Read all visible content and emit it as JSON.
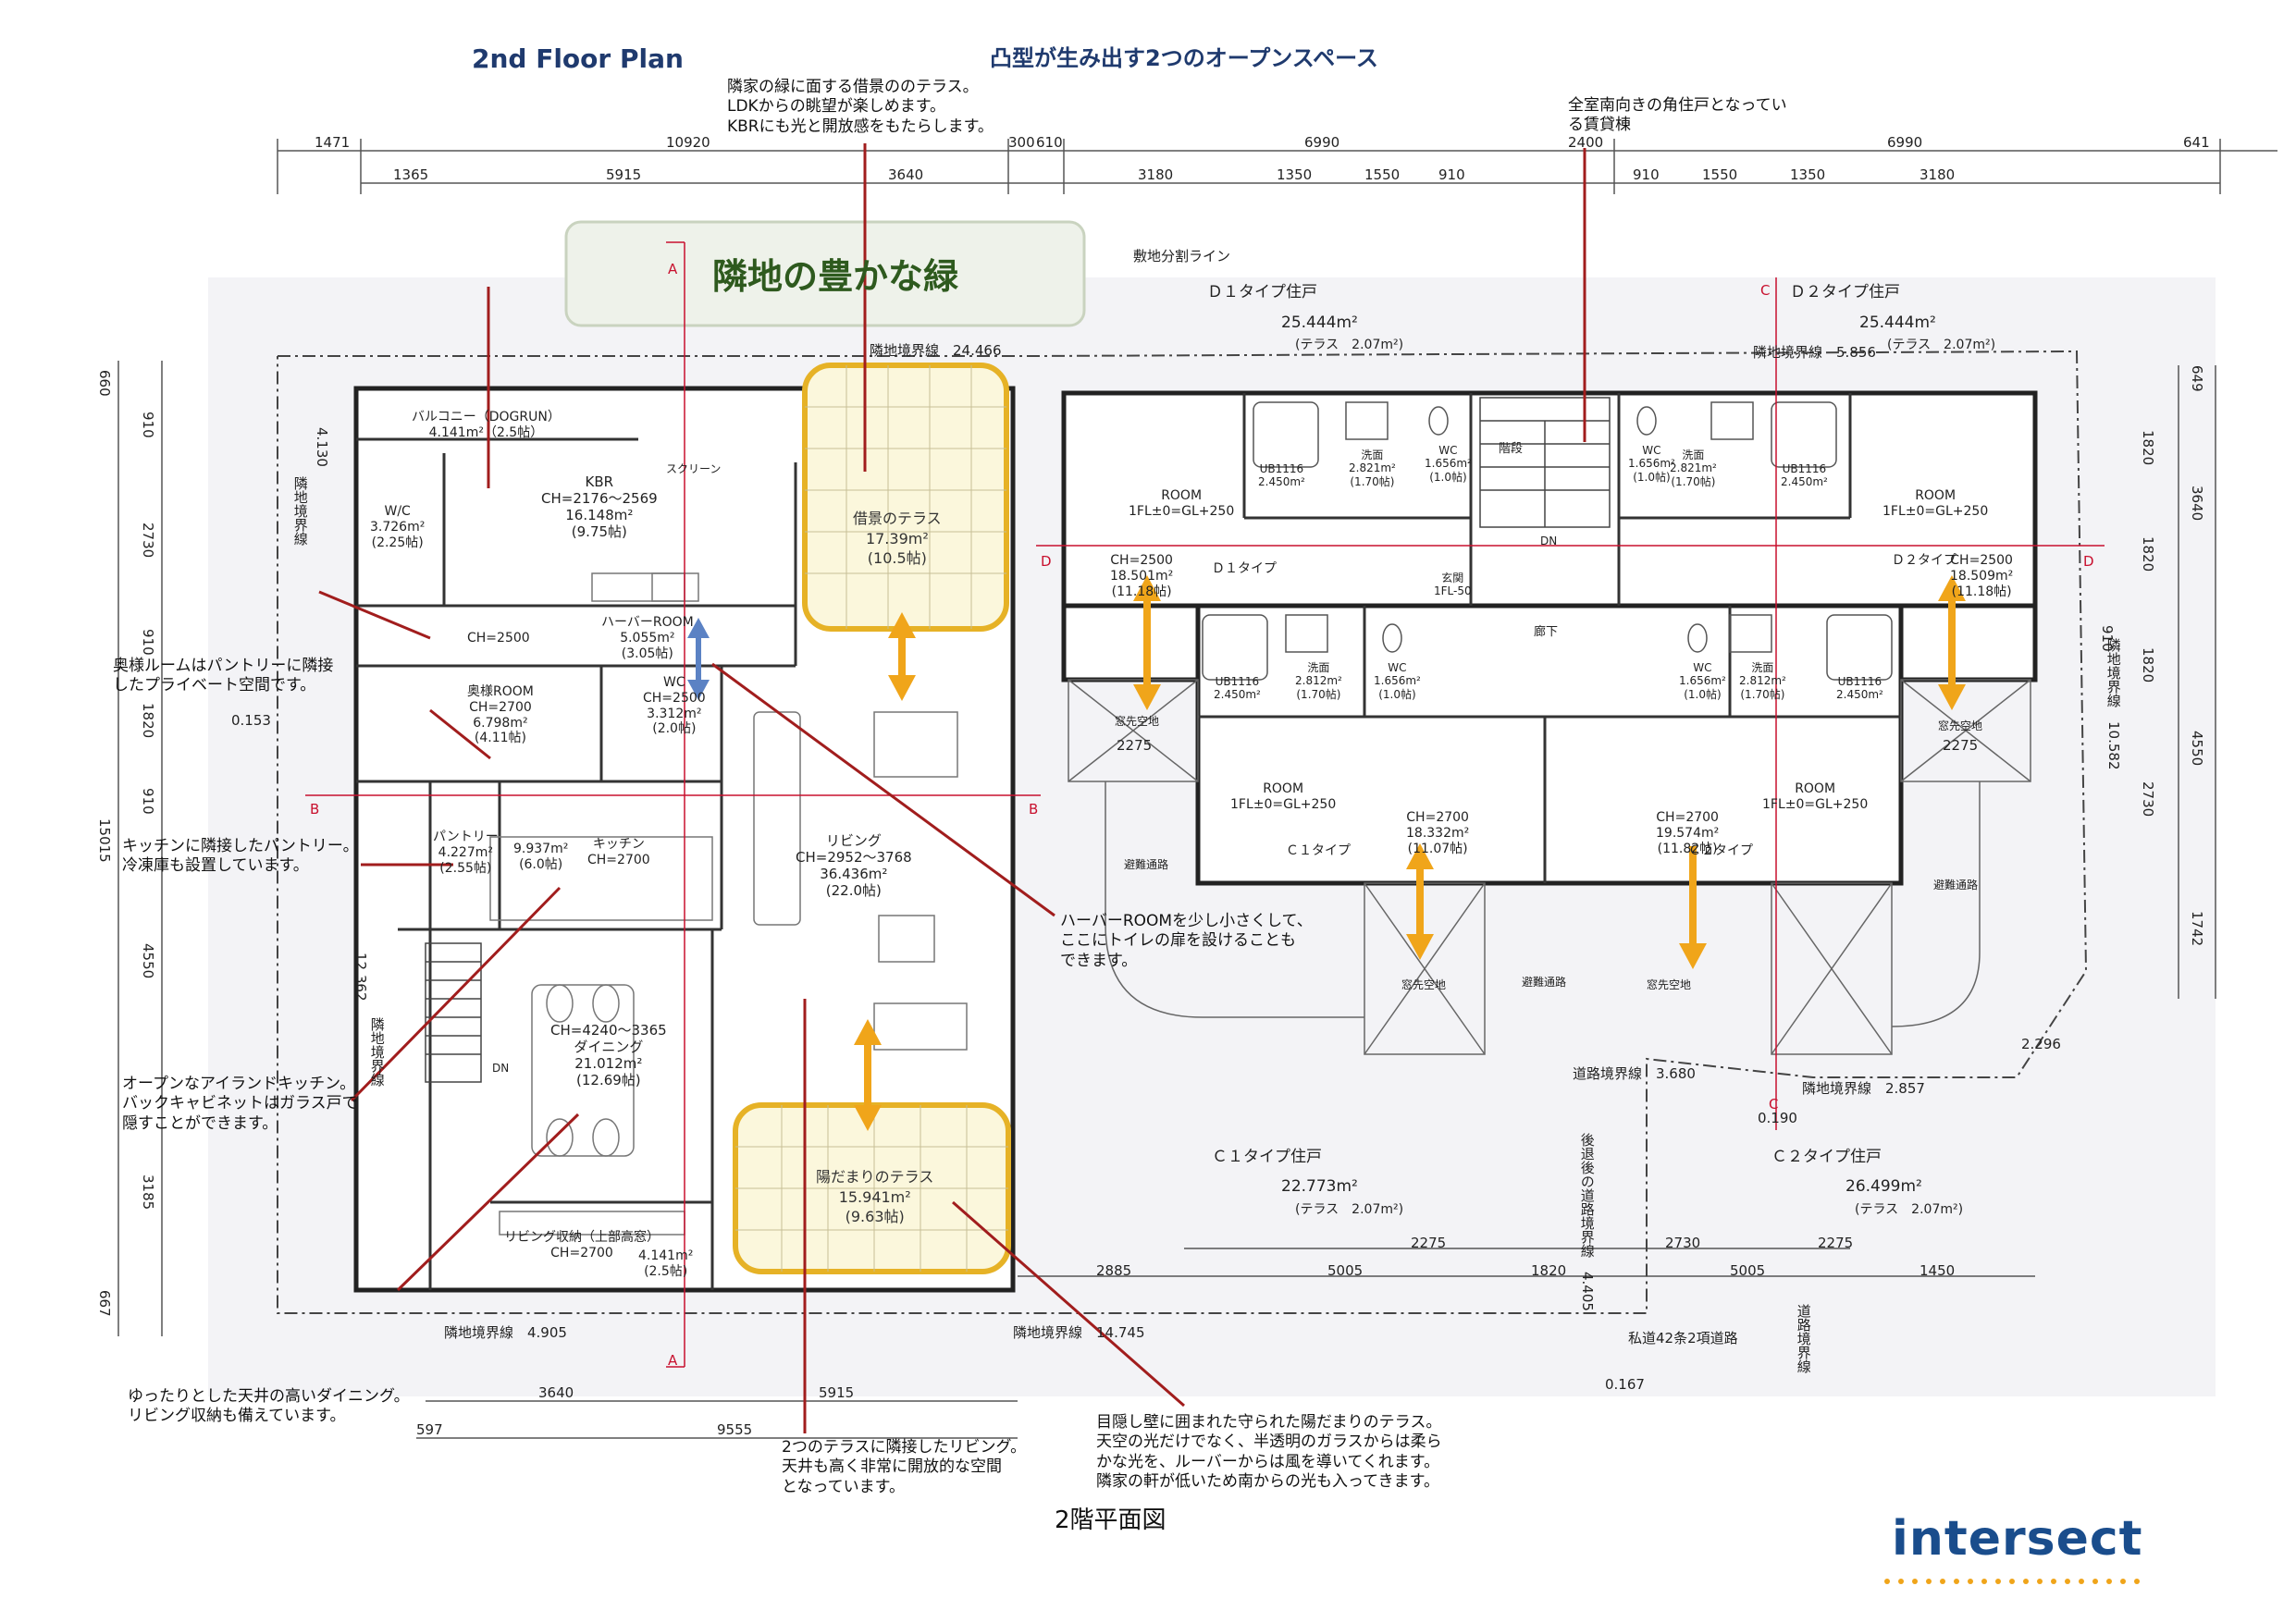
{
  "header": {
    "title_en": "2nd Floor Plan",
    "title_jp": "凸型が生み出す2つのオープンスペース"
  },
  "annotations": {
    "shakkei": "隣家の緑に面する借景ののテラス。\nLDKからの眺望が楽しめます。\nKBRにも光と開放感をもたらします。",
    "south_units": "全室南向きの角住戸となってい\nる賃貸棟",
    "pantry_room": "奥様ルームはパントリーに隣接\nしたプライベート空間です。",
    "kitchen_pantry": "キッチンに隣接したパントリー。\n冷凍庫も設置しています。",
    "harbor_room": "ハーバーROOMを少し小さくして、\nここにトイレの扉を設けることも\nできます。",
    "island_kitchen": "オープンなアイランドキッチン。\nバックキャビネットはガラス戸で\n隠すことができます。",
    "dining": "ゆったりとした天井の高いダイニング。\nリビング収納も備えています。",
    "living": "2つのテラスに隣接したリビング。\n天井も高く非常に開放的な空間\nとなっています。",
    "hidamari": "目隠し壁に囲まれた守られた陽だまりのテラス。\n天空の光だけでなく、半透明のガラスからは柔ら\nかな光を、ルーバーからは風を導いてくれます。\n隣家の軒が低いため南からの光も入ってきます。"
  },
  "green_label": "隣地の豊かな緑",
  "rooms": {
    "balcony": "バルコニー（DOGRUN）\n4.141m²（2.5帖）",
    "kbr": "KBR\nCH=2176～2569\n16.148m²\n(9.75帖)",
    "wic": "W/C\n3.726m²\n(2.25帖)",
    "harbor": "ハーバーROOM\n5.055m²\n(3.05帖)",
    "okusama": "奥様ROOM\nCH=2700\n6.798m²\n(4.11帖)",
    "wc": "WC\nCH=2500\n3.312m²\n(2.0帖)",
    "ch2500": "CH=2500",
    "pantry": "パントリー\n4.227m²\n(2.55帖)",
    "kitchen": "9.937m²\n(6.0帖)",
    "kitchen_name": "キッチン\nCH=2700",
    "living": "リビング\nCH=2952～3768\n36.436m²\n(22.0帖)",
    "dining": "CH=4240～3365\nダイニング\n21.012m²\n(12.69帖)",
    "storage": "リビング収納（上部高窓）\nCH=2700",
    "storage_area": "4.141m²\n(2.5帖)",
    "shakkei_terrace": "借景のテラス\n17.39m²\n(10.5帖)",
    "hidamari_terrace": "陽だまりのテラス\n15.941m²\n(9.63帖)",
    "screen": "スクリーン",
    "dn": "DN"
  },
  "units": {
    "d1": {
      "name": "Ｄ１タイプ住戸",
      "area": "25.444m²",
      "terrace": "(テラス　2.07m²)",
      "room": "ROOM\n1FL±0=GL+250",
      "ch": "CH=2500\n18.501m²\n(11.18帖)",
      "type": "Ｄ１タイプ"
    },
    "d2": {
      "name": "Ｄ２タイプ住戸",
      "area": "25.444m²",
      "terrace": "(テラス　2.07m²)",
      "room": "ROOM\n1FL±0=GL+250",
      "ch": "CH=2500\n18.509m²\n(11.18帖)",
      "type": "Ｄ２タイプ"
    },
    "c1": {
      "name": "Ｃ１タイプ住戸",
      "area": "22.773m²",
      "terrace": "(テラス　2.07m²)",
      "room": "ROOM\n1FL±0=GL+250",
      "ch": "CH=2700\n18.332m²\n(11.07帖)",
      "type": "Ｃ１タイプ"
    },
    "c2": {
      "name": "Ｃ２タイプ住戸",
      "area": "26.499m²",
      "terrace": "(テラス　2.07m²)",
      "room": "ROOM\n1FL±0=GL+250",
      "ch": "CH=2700\n19.574m²\n(11.82帖)",
      "type": "Ｃ２タイプ"
    }
  },
  "unit_labels": {
    "ub_d1": "UB1116\n2.450m²",
    "wash_d1": "洗面\n2.821m²\n(1.70帖)",
    "wc_d1": "WC\n1.656m²\n(1.0帖)",
    "stairs": "階段",
    "wc_d2": "WC\n1.656m²\n(1.0帖)",
    "wash_d2": "洗面\n2.821m²\n(1.70帖)",
    "ub_d2": "UB1116\n2.450m²",
    "ub_c1": "UB1116\n2.450m²",
    "wash_c1": "洗面\n2.812m²\n(1.70帖)",
    "wc_c1": "WC\n1.656m²\n(1.0帖)",
    "wc_c2": "WC\n1.656m²\n(1.0帖)",
    "wash_c2": "洗面\n2.812m²\n(1.70帖)",
    "ub_c2": "UB1116\n2.450m²",
    "entry": "玄関\n1FL-50",
    "corridor": "廊下",
    "dn": "DN",
    "mado1": "窓先空地",
    "mado2": "窓先空地",
    "mado3": "窓先空地",
    "mado4": "窓先空地",
    "hinan1": "避難通路",
    "hinan2": "避難通路",
    "hinan3": "避難通路",
    "shikichi": "敷地分割ライン"
  },
  "boundaries": {
    "top": "隣地境界線　24.466",
    "top_right": "隣地境界線　5.856",
    "left": "隣地境界線",
    "left_len": "12.362",
    "left_top": "4.130",
    "right": "隣地境界線　10.582",
    "bottom_left": "隣地境界線　4.905",
    "bottom_mid": "隣地境界線　14.745",
    "road": "道路境界線　3.680",
    "road_right": "隣地境界線　2.857",
    "private_road": "私道42条2項道路",
    "road_v1": "後退後の道路境界線　4.405",
    "road_v2": "道路境界線",
    "v0153": "0.153",
    "v0190": "0.190",
    "v0167": "0.167",
    "v2296": "2.296"
  },
  "dims_top": {
    "row1": [
      "1471",
      "10920",
      "300",
      "610",
      "6990",
      "2400",
      "6990",
      "641"
    ],
    "row2": [
      "1365",
      "5915",
      "3640",
      "3180",
      "1350",
      "1550",
      "910",
      "910",
      "1550",
      "1350",
      "3180"
    ]
  },
  "dims_left": [
    "660",
    "910",
    "2730",
    "910",
    "1820",
    "910",
    "15015",
    "4550",
    "3185",
    "667"
  ],
  "dims_right": [
    "649",
    "1820",
    "3640",
    "1820",
    "910",
    "1820",
    "4550",
    "2730",
    "1742"
  ],
  "dims_bottom": {
    "row1": [
      "3640",
      "5915",
      "2885",
      "5005",
      "1820",
      "5005",
      "1450"
    ],
    "row2": [
      "597",
      "9555"
    ],
    "mid": [
      "2275",
      "2730",
      "2275",
      "2275",
      "2275"
    ]
  },
  "section_marks": [
    "A",
    "A",
    "B",
    "B",
    "C",
    "C",
    "D",
    "D"
  ],
  "caption": "2階平面図",
  "logo": "intersect"
}
